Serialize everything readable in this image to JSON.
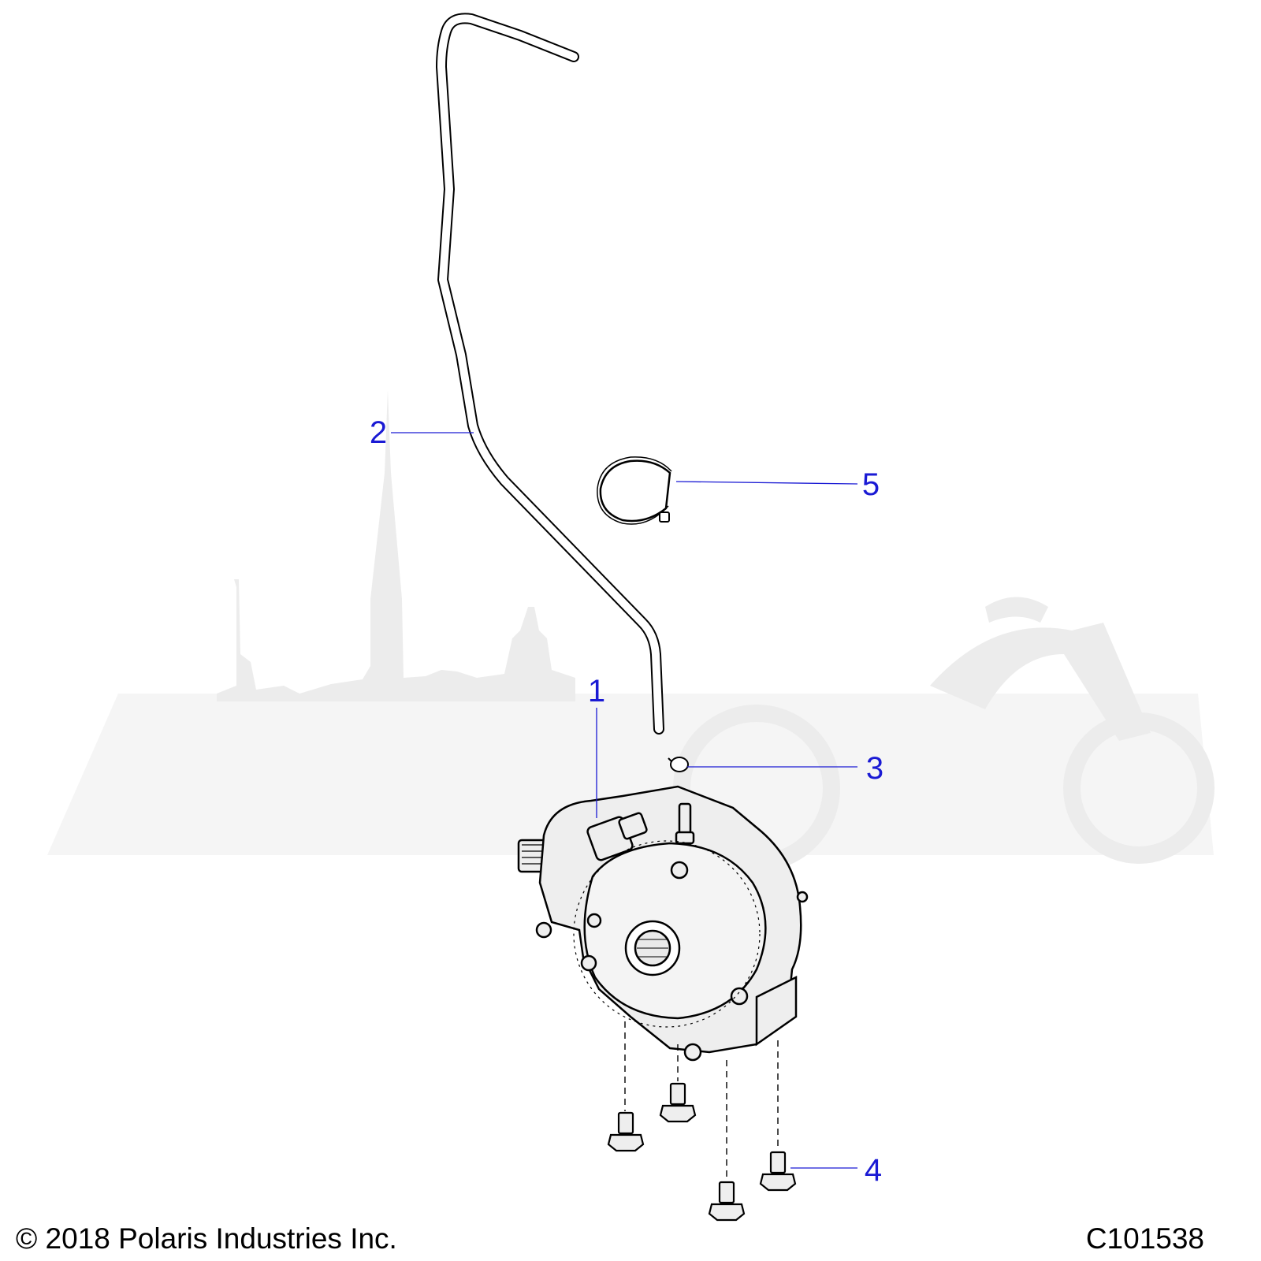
{
  "callouts": [
    {
      "number": "1",
      "part": "gearcase-assembly"
    },
    {
      "number": "2",
      "part": "vent-hose"
    },
    {
      "number": "3",
      "part": "hose-clamp-small"
    },
    {
      "number": "4",
      "part": "flange-bolt"
    },
    {
      "number": "5",
      "part": "hose-clamp-loop"
    }
  ],
  "footer": {
    "copyright": "© 2018 Polaris Industries Inc.",
    "figure_code": "C101538"
  },
  "colors": {
    "callout": "#1a1ad4",
    "line_art": "#000000",
    "part_fill": "#eeeeee",
    "watermark": "#ececec"
  }
}
